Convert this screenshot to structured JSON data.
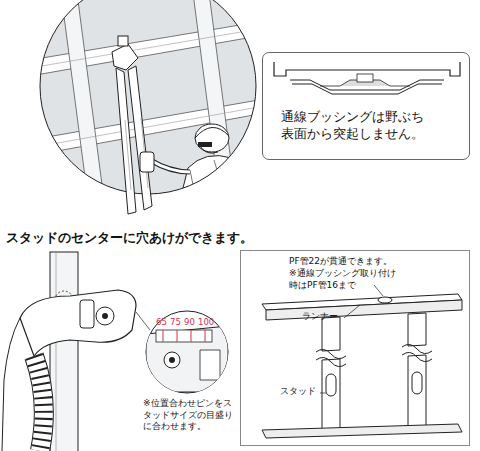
{
  "diagram": {
    "nodes": [
      {
        "text": [
          "通線ブッシングは野ぶち表面から突起しません。"
        ]
      },
      {
        "text": [
          "PF管22が貫通できます。",
          "※通線ブッシング取り付け時はPF管16まで"
        ]
      }
    ],
    "labels": [
      "スタッドのセンターに穴あけができます。",
      "65",
      "75",
      "90",
      "100",
      "※位置合わせピンをスタッドサイズの目盛りに合わせます。",
      "ランナー",
      "スタッド"
    ]
  }
}
